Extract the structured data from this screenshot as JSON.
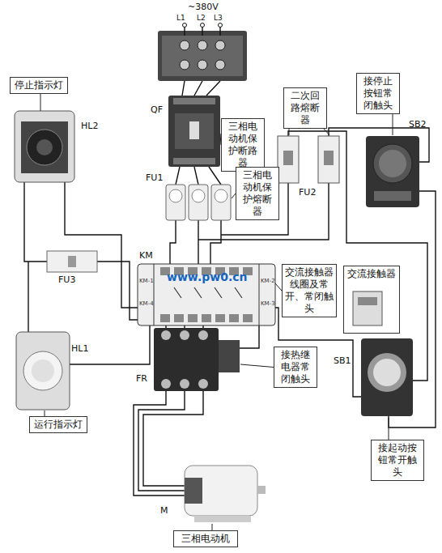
{
  "diagram": {
    "nodes": [
      {
        "text": [
          "停止指示灯"
        ]
      },
      {
        "text": [
          "三相电动机保护断路器"
        ]
      },
      {
        "text": [
          "三相电动机保护熔断器"
        ]
      },
      {
        "text": [
          "二次回路熔断器"
        ]
      },
      {
        "text": [
          "接停止按钮常闭触头"
        ]
      },
      {
        "text": [
          "交流接触器线圈及常开、常闭触头"
        ]
      },
      {
        "text": [
          "交流接触器"
        ]
      },
      {
        "text": [
          "接热继电器常闭触头"
        ]
      },
      {
        "text": [
          "运行指示灯"
        ]
      },
      {
        "text": [
          "接起动按钮常开触头"
        ]
      },
      {
        "text": [
          "三相电动机"
        ]
      }
    ],
    "labels": [
      "~380V",
      "L1",
      "L2",
      "L3",
      "QF",
      "FU1",
      "HL2",
      "FU2",
      "SB2",
      "FU3",
      "KM",
      "www.pw0.cn",
      "KM-1",
      "KM-4",
      "KM-2",
      "KM-3",
      "FR",
      "HL1",
      "SB1",
      "M"
    ]
  }
}
